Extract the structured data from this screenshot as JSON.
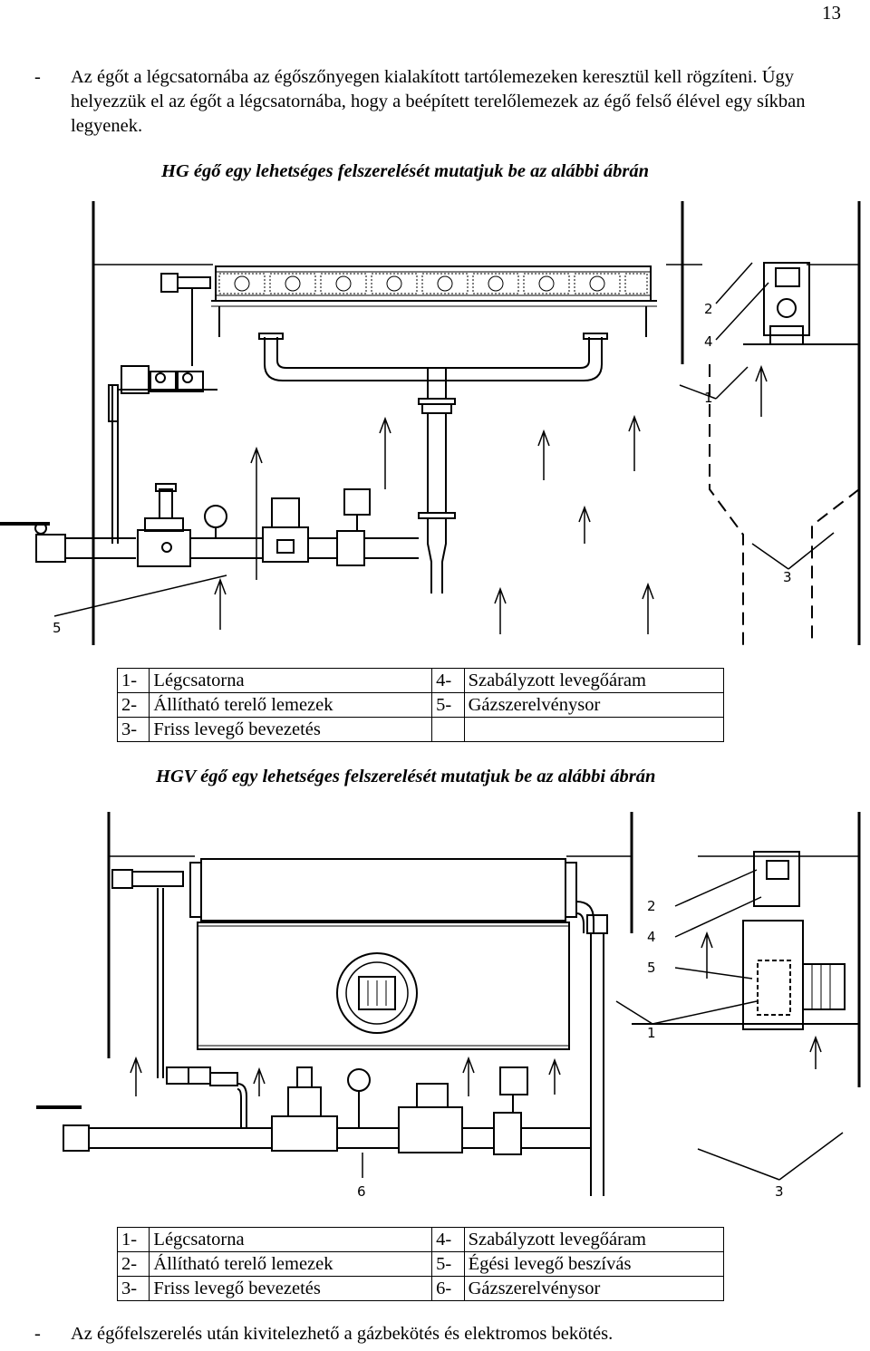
{
  "page_number": "13",
  "intro": {
    "bullet": "-",
    "text": "Az égőt a légcsatornába az égőszőnyegen kialakított tartólemezeken keresztül kell rögzíteni. Úgy helyezzük el az égőt a légcsatornába, hogy a beépített terelőlemezek az égő felső élével egy síkban legyenek."
  },
  "figure1": {
    "caption": "HG égő egy lehetséges felszerelését mutatjuk be az alábbi ábrán",
    "callouts": [
      "1",
      "2",
      "3",
      "4",
      "5"
    ],
    "legend": [
      [
        {
          "n": "1-",
          "t": "Légcsatorna"
        },
        {
          "n": "4-",
          "t": "Szabályzott levegőáram"
        }
      ],
      [
        {
          "n": "2-",
          "t": "Állítható terelő lemezek"
        },
        {
          "n": "5-",
          "t": "Gázszerelvénysor"
        }
      ],
      [
        {
          "n": "3-",
          "t": "Friss levegő bevezetés"
        },
        {
          "n": "",
          "t": ""
        }
      ]
    ]
  },
  "figure2": {
    "caption": "HGV égő egy lehetséges felszerelését mutatjuk be az alábbi ábrán",
    "callouts": [
      "1",
      "2",
      "3",
      "4",
      "5",
      "6"
    ],
    "legend": [
      [
        {
          "n": "1-",
          "t": "Légcsatorna"
        },
        {
          "n": "4-",
          "t": "Szabályzott levegőáram"
        }
      ],
      [
        {
          "n": "2-",
          "t": "Állítható terelő lemezek"
        },
        {
          "n": "5-",
          "t": "Égési levegő beszívás"
        }
      ],
      [
        {
          "n": "3-",
          "t": "Friss levegő bevezetés"
        },
        {
          "n": "6-",
          "t": "Gázszerelvénysor"
        }
      ]
    ]
  },
  "closing": {
    "bullet": "-",
    "text": "Az égőfelszerelés után kivitelezhető a gázbekötés és elektromos bekötés."
  }
}
